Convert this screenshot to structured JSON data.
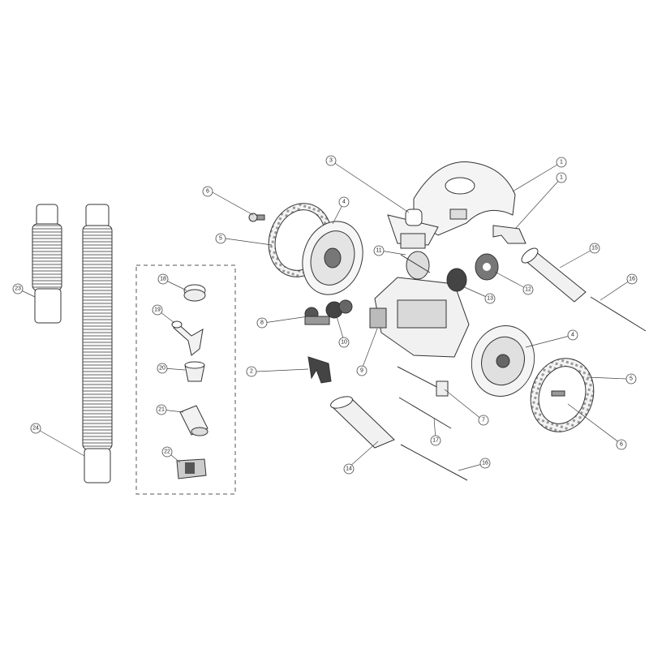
{
  "diagram": {
    "type": "exploded-parts-view",
    "callouts": [
      {
        "id": "c1a",
        "label": "1"
      },
      {
        "id": "c1b",
        "label": "1"
      },
      {
        "id": "c2",
        "label": "2"
      },
      {
        "id": "c3",
        "label": "3"
      },
      {
        "id": "c4a",
        "label": "4"
      },
      {
        "id": "c4b",
        "label": "4"
      },
      {
        "id": "c5a",
        "label": "5"
      },
      {
        "id": "c5b",
        "label": "5"
      },
      {
        "id": "c6a",
        "label": "6"
      },
      {
        "id": "c6b",
        "label": "6"
      },
      {
        "id": "c7",
        "label": "7"
      },
      {
        "id": "c8",
        "label": "8"
      },
      {
        "id": "c9",
        "label": "9"
      },
      {
        "id": "c10",
        "label": "10"
      },
      {
        "id": "c11",
        "label": "11"
      },
      {
        "id": "c12",
        "label": "12"
      },
      {
        "id": "c13",
        "label": "13"
      },
      {
        "id": "c14",
        "label": "14"
      },
      {
        "id": "c15",
        "label": "15"
      },
      {
        "id": "c16a",
        "label": "16"
      },
      {
        "id": "c16b",
        "label": "16"
      },
      {
        "id": "c17",
        "label": "17"
      },
      {
        "id": "c18",
        "label": "18"
      },
      {
        "id": "c19",
        "label": "19"
      },
      {
        "id": "c20",
        "label": "20"
      },
      {
        "id": "c21",
        "label": "21"
      },
      {
        "id": "c22",
        "label": "22"
      },
      {
        "id": "c23",
        "label": "23"
      },
      {
        "id": "c24",
        "label": "24"
      }
    ]
  }
}
